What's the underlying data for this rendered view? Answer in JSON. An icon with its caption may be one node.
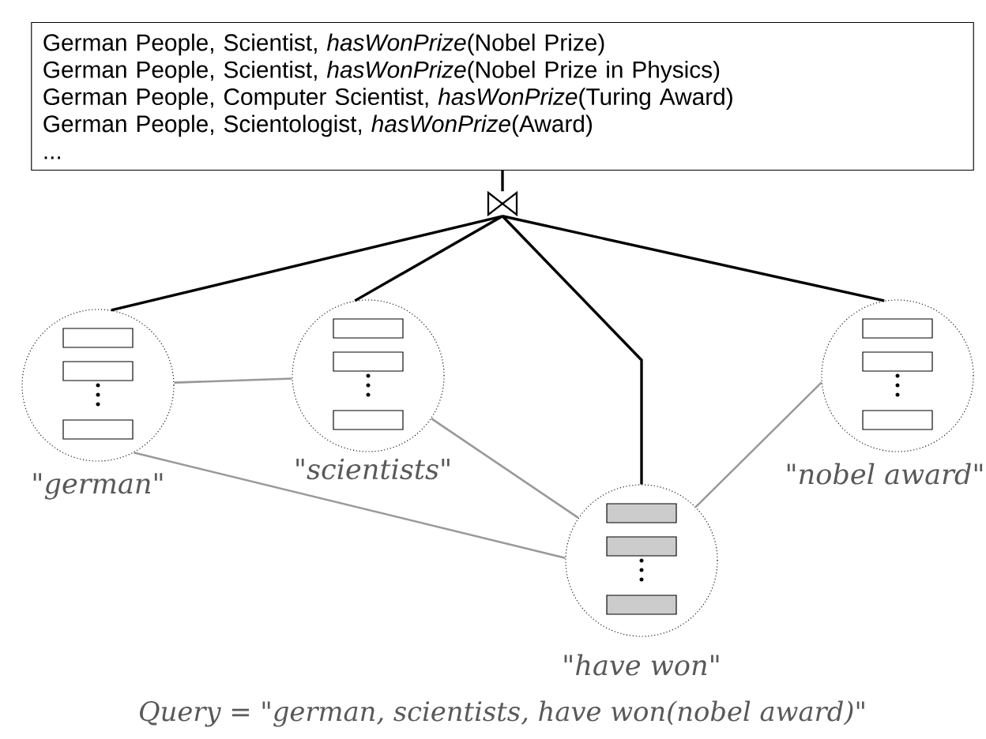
{
  "diagram": {
    "caption": "*Query* = \"german, scientists, have won(nobel award)\"",
    "nodes": [
      {
        "text": [
          "German People, Scientist, *hasWonPrize*(Nobel Prize)",
          "German People, Scientist, *hasWonPrize*(Nobel Prize in Physics)",
          "German People, Computer Scientist, *hasWonPrize*(Turing Award)",
          "German People, Scientologist, *hasWonPrize*(Award)",
          "..."
        ]
      },
      {
        "text": [],
        "shape": "bowtie"
      },
      {
        "text": [],
        "shape": "circle",
        "beside": [
          "\"german\""
        ]
      },
      {
        "text": [],
        "shape": "circle",
        "beside": [
          "\"scientists\""
        ]
      },
      {
        "text": [],
        "shape": "circle",
        "beside": [
          "\"have won\""
        ]
      },
      {
        "text": [],
        "shape": "circle",
        "beside": [
          "\"nobel award\""
        ]
      }
    ],
    "edges": [
      {
        "from": 0,
        "to": 1,
        "arrow": "none"
      },
      {
        "from": 1,
        "to": 2,
        "arrow": "none"
      },
      {
        "from": 1,
        "to": 3,
        "arrow": "none"
      },
      {
        "from": 1,
        "to": 4,
        "arrow": "none"
      },
      {
        "from": 1,
        "to": 5,
        "arrow": "none"
      },
      {
        "from": 2,
        "to": 3,
        "arrow": "none",
        "color": "#999999"
      },
      {
        "from": 2,
        "to": 4,
        "arrow": "none",
        "color": "#999999"
      },
      {
        "from": 3,
        "to": 4,
        "arrow": "none",
        "color": "#999999"
      },
      {
        "from": 4,
        "to": 5,
        "arrow": "none",
        "color": "#999999"
      }
    ]
  }
}
